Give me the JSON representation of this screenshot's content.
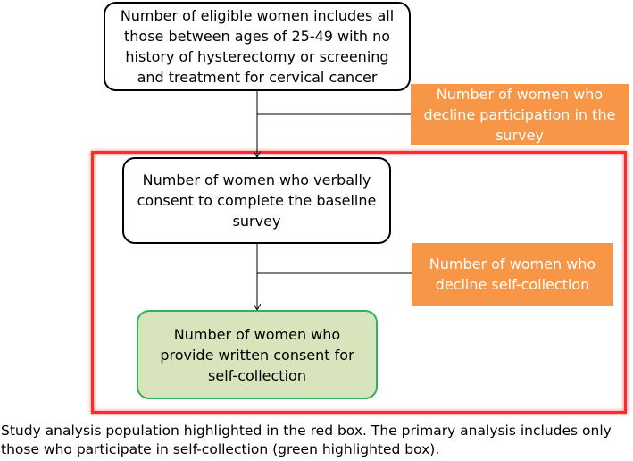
{
  "boxes": {
    "eligible": "Number of eligible women includes all those between ages of 25-49 with no history of hysterectomy or screening and treatment for cervical cancer",
    "decline_survey": "Number of women who decline participation in the survey",
    "verbal_consent": "Number of women who verbally consent to complete the baseline survey",
    "decline_self_collection": "Number of women who decline self-collection",
    "written_consent": "Number of women who provide written consent for self-collection"
  },
  "caption": "Study analysis population highlighted in the red box. The primary analysis includes only those who participate in self-collection (green highlighted box).",
  "colors": {
    "highlight_border": "#ff2a2a",
    "decline_fill": "#f79646",
    "written_fill": "#d8e4bc",
    "written_border": "#2fb45a"
  }
}
